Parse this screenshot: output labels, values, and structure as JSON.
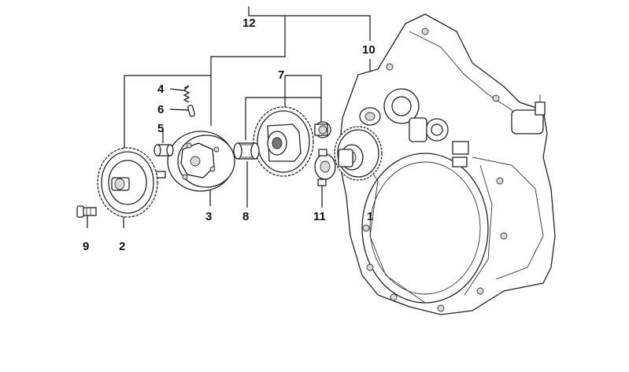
{
  "callouts": {
    "c1": "1",
    "c2": "2",
    "c3": "3",
    "c4": "4",
    "c5": "5",
    "c6": "6",
    "c7": "7",
    "c8": "8",
    "c9": "9",
    "c10": "10",
    "c11": "11",
    "c12": "12"
  }
}
